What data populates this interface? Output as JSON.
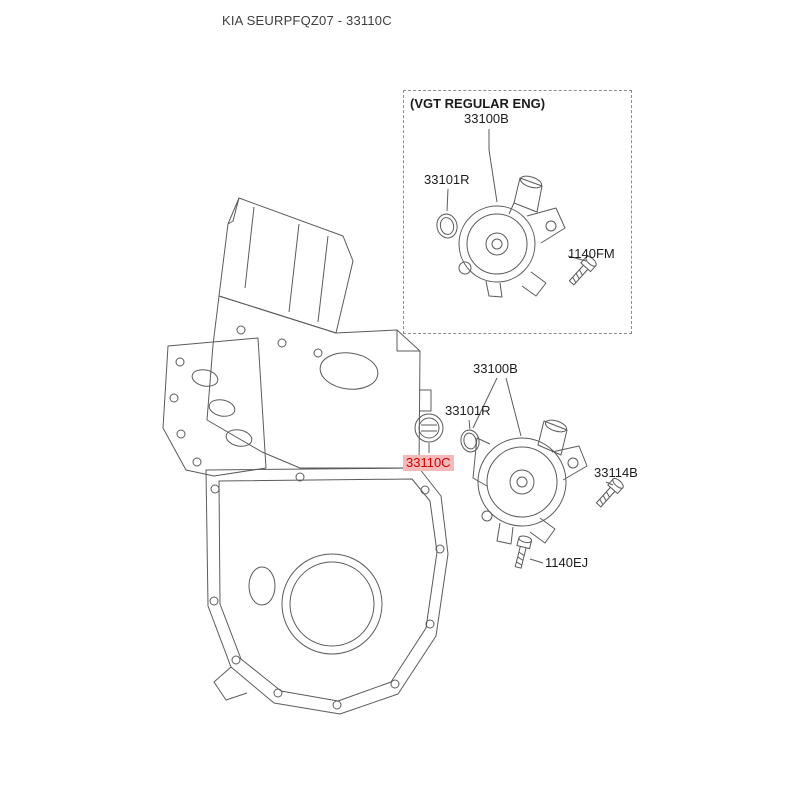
{
  "header": {
    "title": "KIA SEURPFQZ07 - 33110C"
  },
  "inset": {
    "caption": "(VGT REGULAR ENG)",
    "labels": {
      "pump": "33100B",
      "oring": "33101R",
      "bolt": "1140FM"
    }
  },
  "main": {
    "labels": {
      "pump": "33100B",
      "oring": "33101R",
      "plug": "33110C",
      "bolt_side": "33114B",
      "bolt_bottom": "1140EJ"
    }
  },
  "colors": {
    "highlight_bg": "#f6b9b9",
    "highlight_text": "#cc0000",
    "line": "#5b5b5b"
  }
}
